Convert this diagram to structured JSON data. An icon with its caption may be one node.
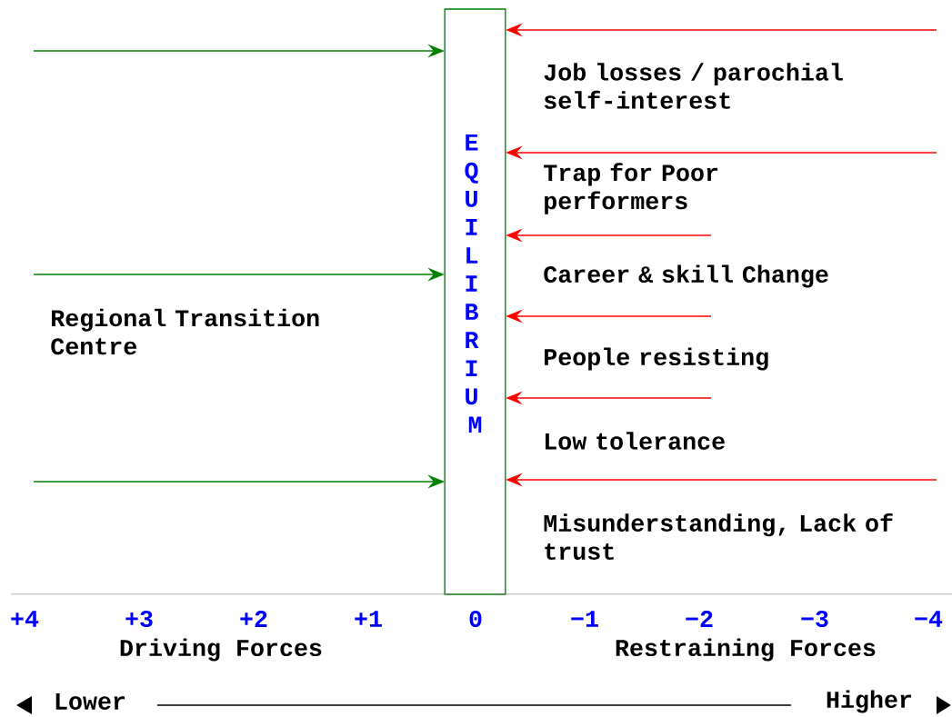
{
  "diagram": {
    "nodes": [
      {
        "text": [
          "EQUILIBRIUM"
        ]
      }
    ],
    "labels": [
      "Job losses / parochial self-interest",
      "Trap for Poor performers",
      "Career & skill Change",
      "Regional Transition Centre",
      "People resisting",
      "Low tolerance",
      "Misunderstanding, Lack of trust",
      "+4",
      "+3",
      "+2",
      "+1",
      "0",
      "−1",
      "−2",
      "−3",
      "−4",
      "Driving Forces",
      "Restraining Forces",
      "Lower",
      "Higher"
    ]
  }
}
